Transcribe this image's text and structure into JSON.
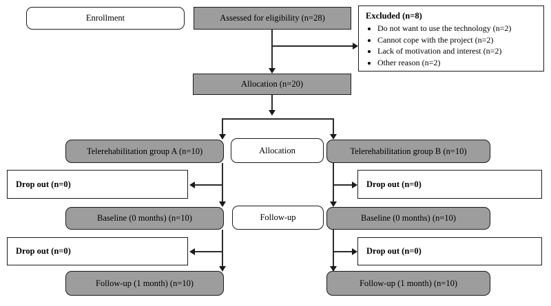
{
  "diagram": {
    "title": "CONSORT participant flow diagram",
    "colors": {
      "gray_fill": "#9d9d9d",
      "white_fill": "#ffffff",
      "stroke": "#1a1a1a",
      "connector": "#2b2b2b"
    },
    "stage_labels": {
      "enrollment": "Enrollment",
      "allocation": "Allocation",
      "followup": "Follow-up"
    },
    "nodes": {
      "assessed": "Assessed for eligibility (n=28)",
      "allocation_total": "Allocation (n=20)",
      "group_a": "Telerehabilitation group A (n=10)",
      "group_b": "Telerehabilitation group B (n=10)",
      "baseline_a": "Baseline (0 months) (n=10)",
      "baseline_b": "Baseline (0 months) (n=10)",
      "followup_a": "Follow-up (1 month) (n=10)",
      "followup_b": "Follow-up (1 month) (n=10)",
      "dropout_a1": "Drop out (n=0)",
      "dropout_a2": "Drop out (n=0)",
      "dropout_b1": "Drop out (n=0)",
      "dropout_b2": "Drop out (n=0)"
    },
    "excluded": {
      "title": "Excluded (n=8)",
      "reasons": [
        "Do not want to use the technology (n=2)",
        "Cannot cope with the project (n=2)",
        "Lack of motivation and interest (n=2)",
        "Other reason (n=2)"
      ]
    }
  }
}
